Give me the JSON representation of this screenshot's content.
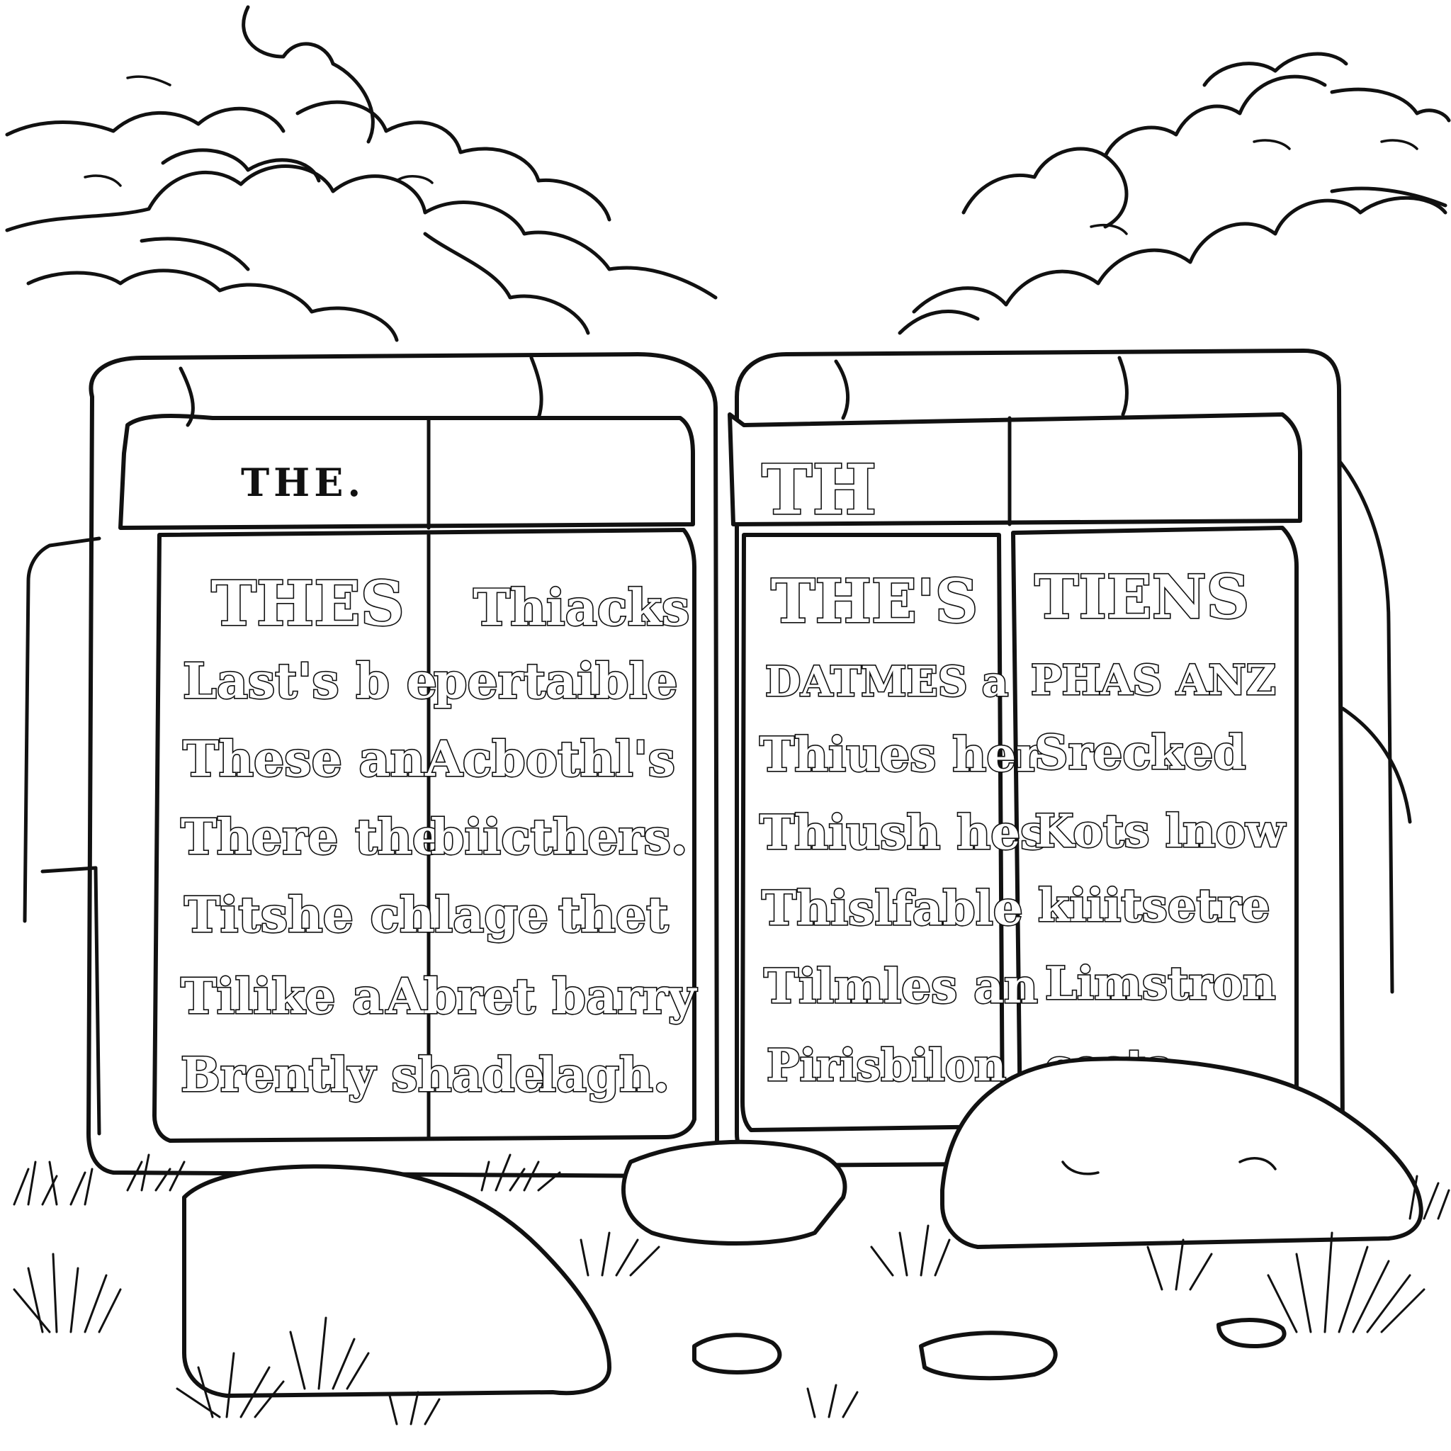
{
  "left_tablet": {
    "top_label": "THE.",
    "col1_head": "THES",
    "col2_head": "Thiacks",
    "lines": [
      [
        "Last's b e",
        "pertaible"
      ],
      [
        "These an",
        "Acbothl's"
      ],
      [
        "There the",
        "biicthers."
      ],
      [
        "Titshe chlage",
        "thet"
      ],
      [
        "Tilike a",
        "Abret barry"
      ],
      [
        "Brently shade",
        "lagh."
      ]
    ]
  },
  "right_tablet": {
    "top_label": "TH",
    "col1_head": "THE'S",
    "col2_head": "TIENS",
    "col1_lines": [
      "DATMES a",
      "Thiues her",
      "Thiush hes",
      "Thislfable",
      "Tilmles an",
      "Pirisbilon"
    ],
    "col2_lines": [
      "PHAS ANZ",
      "Srecked",
      "Kots lnow",
      "kiiitsetre",
      "Limstron",
      "costa"
    ]
  },
  "icons": {
    "left-tablet": "stone-tablet",
    "right-tablet": "stone-tablet",
    "boulder": "rock",
    "grass": "grass-tuft",
    "clouds": "cloud"
  }
}
